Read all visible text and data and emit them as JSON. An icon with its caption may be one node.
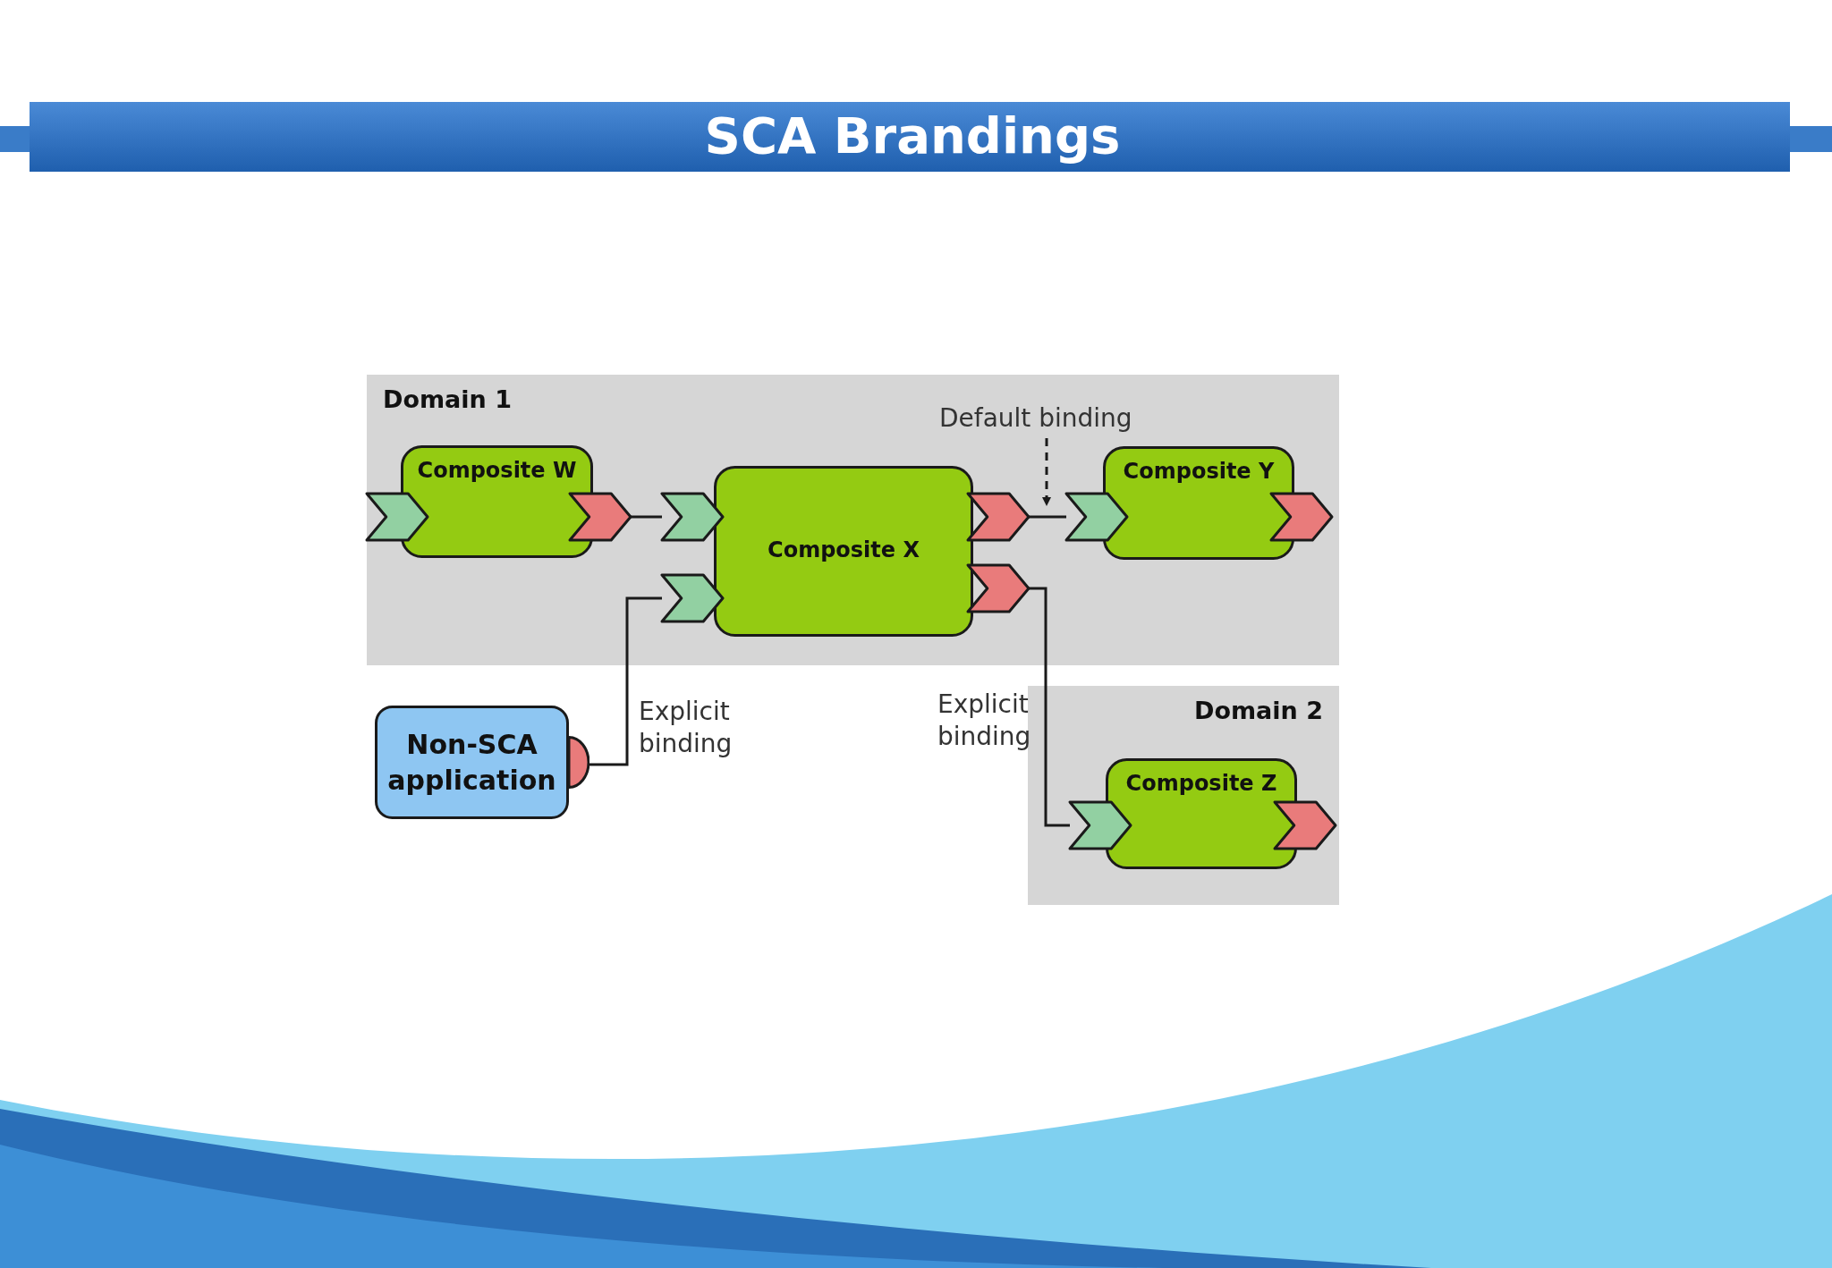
{
  "diagram": {
    "title": "SCA Brandings",
    "nodes": [
      {
        "text": [
          "Domain 1"
        ]
      },
      {
        "text": [
          "Composite W"
        ],
        "in": 0
      },
      {
        "text": [
          "Composite X"
        ],
        "in": 0
      },
      {
        "text": [
          "Composite Y"
        ],
        "in": 0
      },
      {
        "text": [
          "Non-SCA application"
        ]
      },
      {
        "text": [
          "Domain 2"
        ]
      },
      {
        "text": [
          "Composite Z"
        ],
        "in": 5
      }
    ],
    "edges": [
      {
        "from": 1,
        "to": 2,
        "arrow": "none"
      },
      {
        "from": 4,
        "to": 2,
        "arrow": "none",
        "label": "Explicit binding"
      },
      {
        "from": 2,
        "to": 3,
        "arrow": "none",
        "label": "Default binding"
      },
      {
        "from": 2,
        "to": 6,
        "arrow": "none",
        "label": "Explicit binding"
      }
    ]
  }
}
